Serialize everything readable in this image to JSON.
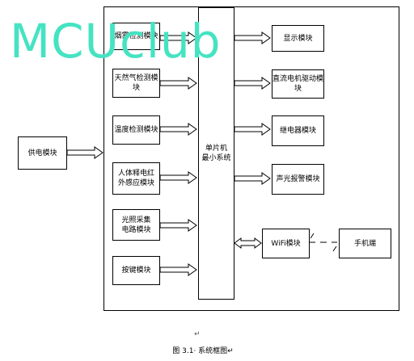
{
  "diagram": {
    "left_modules": [
      "烟雾检测模块",
      "天然气检测模块",
      "温度检测模块",
      "人体释电红\n外感应模块",
      "光照采集\n电路模块",
      "按键模块"
    ],
    "power_module": "供电模块",
    "mcu": "单片机\n最小系统",
    "right_modules": [
      "显示模块",
      "直流电机驱动模块",
      "继电器模块",
      "声光报警模块"
    ],
    "wifi_module": "WiFi模块",
    "phone": "手机端"
  },
  "caption": {
    "return_mark": "↵",
    "text": "图 3.1· 系统框图↵"
  },
  "watermark": "MCUclub",
  "colors": {
    "watermark": "#45e3c2",
    "lines": "#000000"
  }
}
